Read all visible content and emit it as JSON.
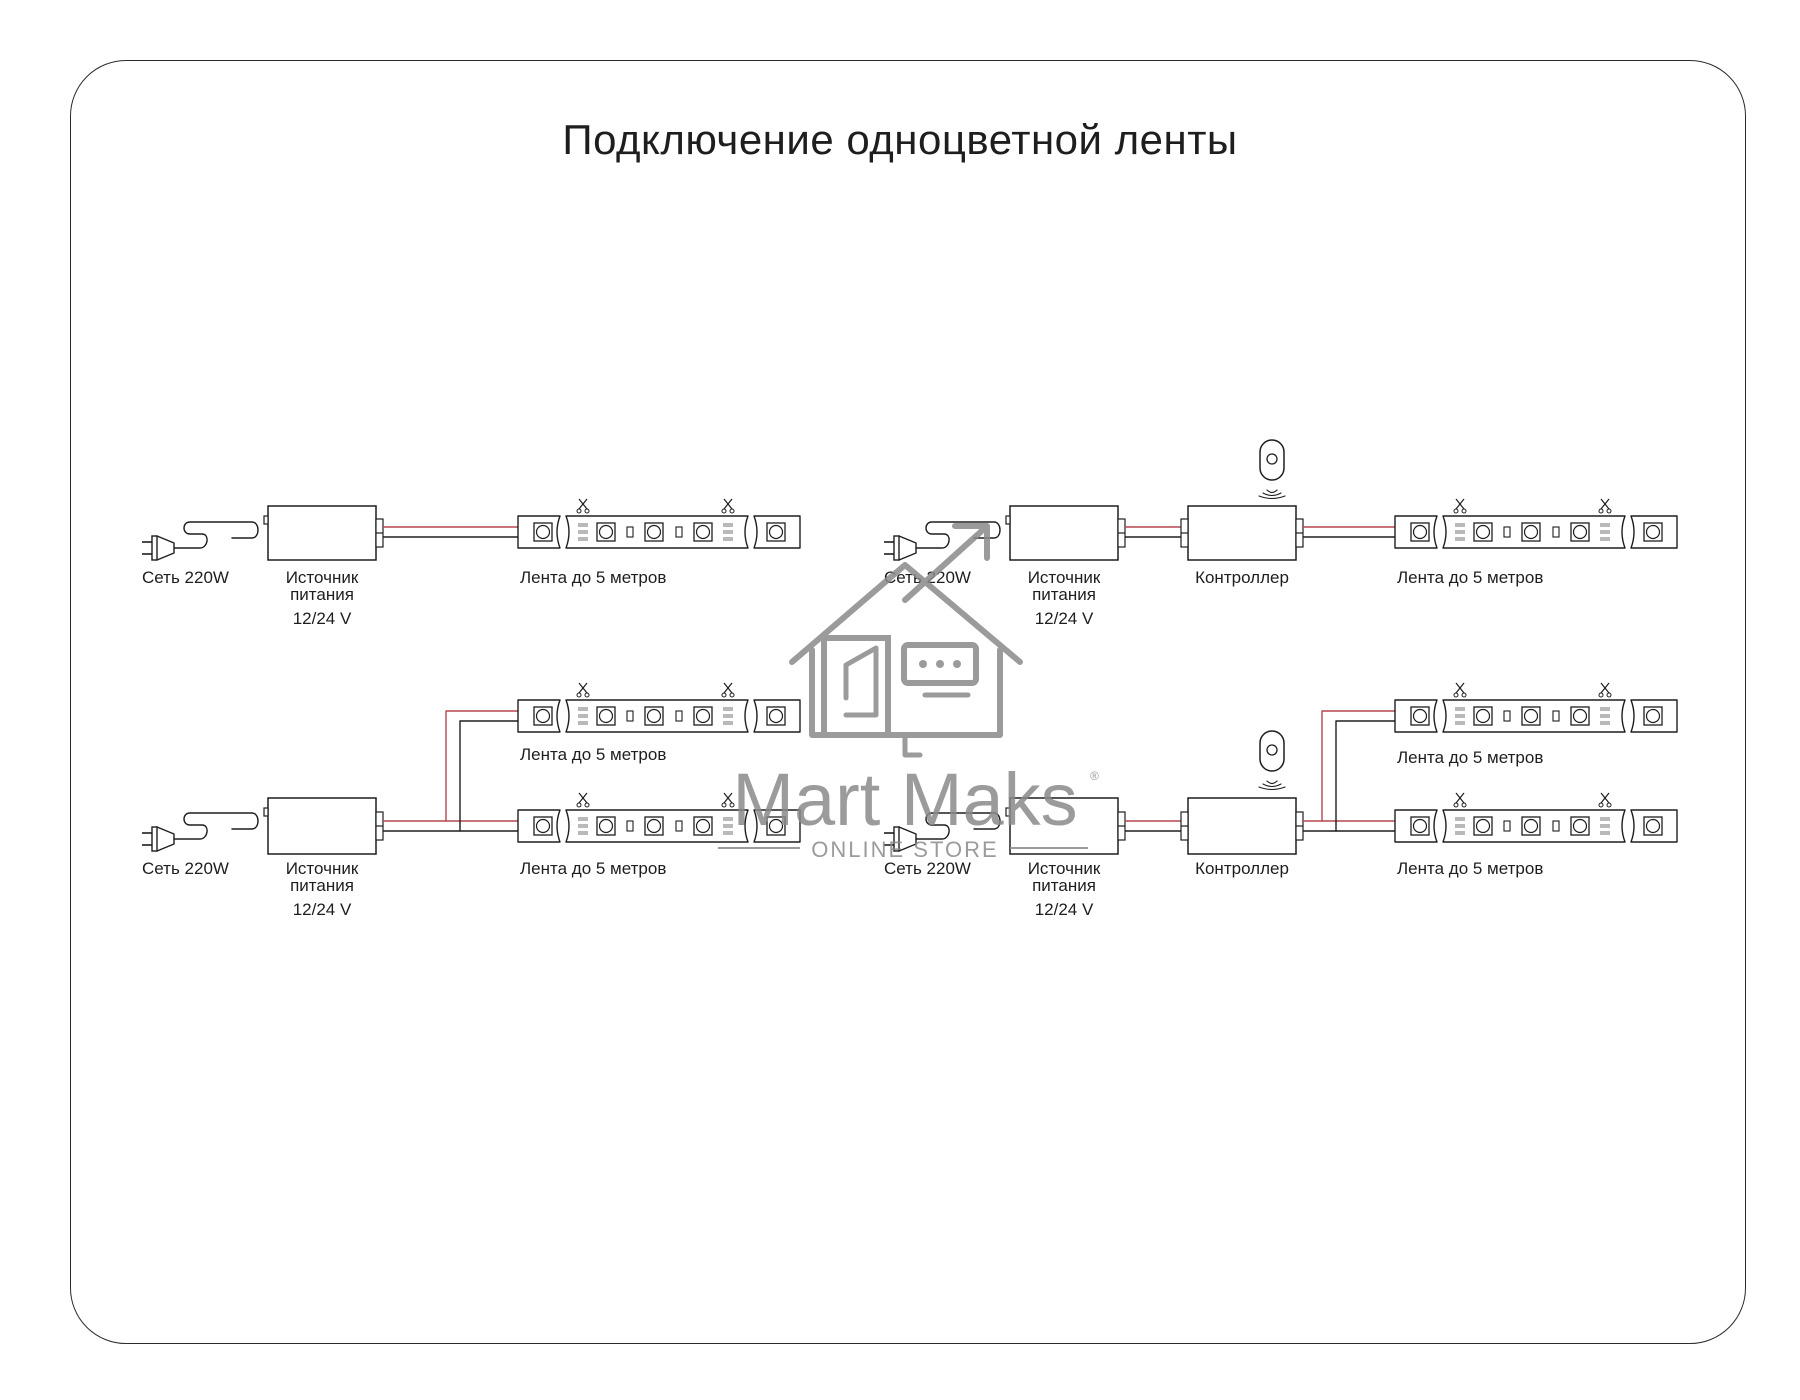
{
  "title": "Подключение одноцветной ленты",
  "labels": {
    "mains": "Сеть 220W",
    "psu_line1": "Источник",
    "psu_line2": "питания",
    "psu_voltage": "12/24 V",
    "strip": "Лента до 5 метров",
    "controller": "Контроллер"
  },
  "watermark": {
    "brand": "Mart Maks",
    "registered": "®",
    "tagline": "ONLINE STORE"
  },
  "colors": {
    "line": "#1e1e1e",
    "wire_positive": "#b5474e",
    "frame": "#2b2b2b",
    "watermark": "#8a8a8a"
  },
  "diagrams": [
    {
      "id": "d1",
      "components": [
        "plug",
        "power-supply",
        "led-strip"
      ]
    },
    {
      "id": "d2",
      "components": [
        "plug",
        "power-supply",
        "controller",
        "led-strip"
      ],
      "remote": true
    },
    {
      "id": "d3",
      "components": [
        "plug",
        "power-supply",
        "led-strip",
        "led-strip"
      ]
    },
    {
      "id": "d4",
      "components": [
        "plug",
        "power-supply",
        "controller",
        "led-strip",
        "led-strip"
      ],
      "remote": true
    }
  ]
}
